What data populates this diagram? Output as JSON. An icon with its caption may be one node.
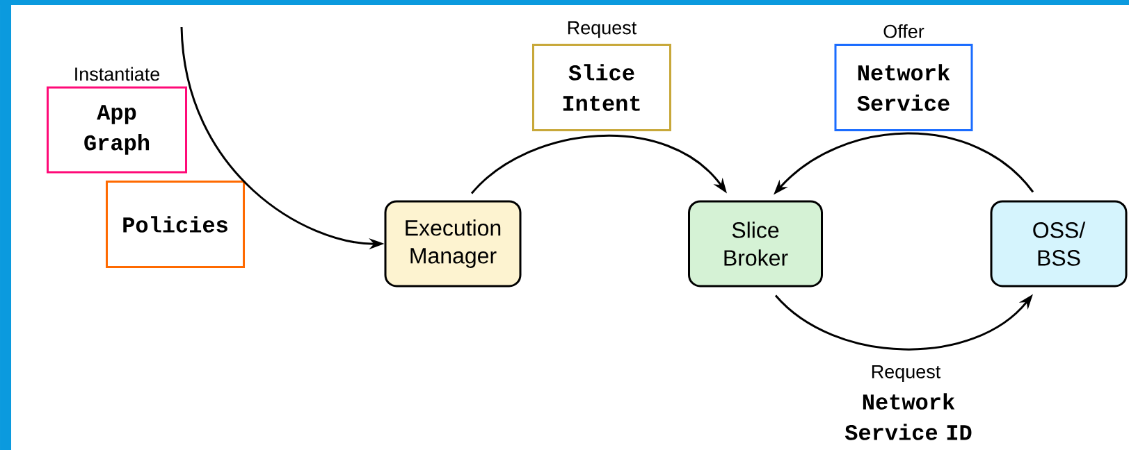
{
  "diagram": {
    "nodes": [
      {
        "text": [
          "App Graph"
        ],
        "beside": [
          "Instantiate"
        ]
      },
      {
        "text": [
          "Policies"
        ]
      },
      {
        "text": [
          "Slice Intent"
        ],
        "beside": [
          "Request"
        ]
      },
      {
        "text": [
          "Network Service"
        ],
        "beside": [
          "Offer"
        ]
      },
      {
        "text": [
          "Execution Manager"
        ]
      },
      {
        "text": [
          "Slice Broker"
        ]
      },
      {
        "text": [
          "OSS/ BSS"
        ]
      }
    ],
    "edges": [
      {
        "from": null,
        "to": 4,
        "arrow": "to"
      },
      {
        "from": 4,
        "to": 5,
        "arrow": "to"
      },
      {
        "from": 6,
        "to": 5,
        "arrow": "to"
      },
      {
        "from": 5,
        "to": 6,
        "arrow": "to"
      }
    ],
    "labels": [
      "Request",
      "Network Service ID"
    ]
  }
}
